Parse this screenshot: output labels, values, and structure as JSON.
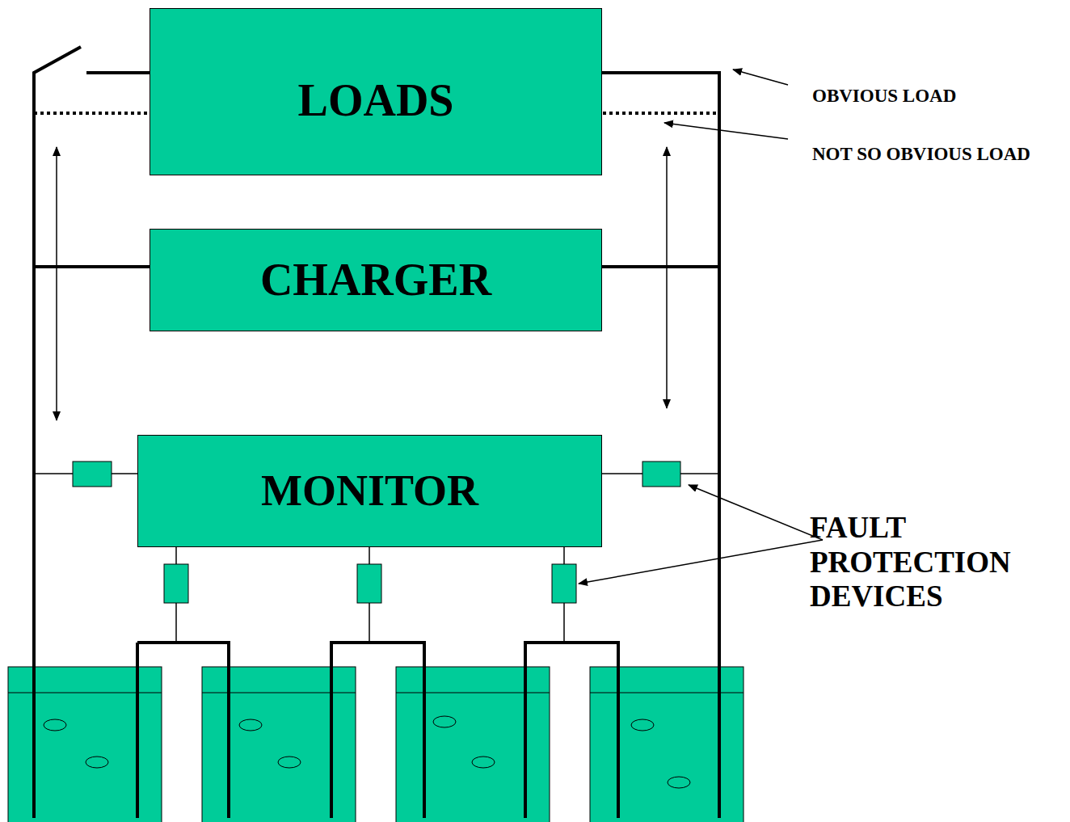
{
  "diagram": {
    "nodes": [
      {
        "text": [
          "LOADS"
        ]
      },
      {
        "text": [
          "CHARGER"
        ]
      },
      {
        "text": [
          "MONITOR"
        ]
      }
    ],
    "labels": [
      "OBVIOUS LOAD",
      "NOT SO OBVIOUS LOAD",
      "FAULT PROTECTION DEVICES"
    ]
  }
}
